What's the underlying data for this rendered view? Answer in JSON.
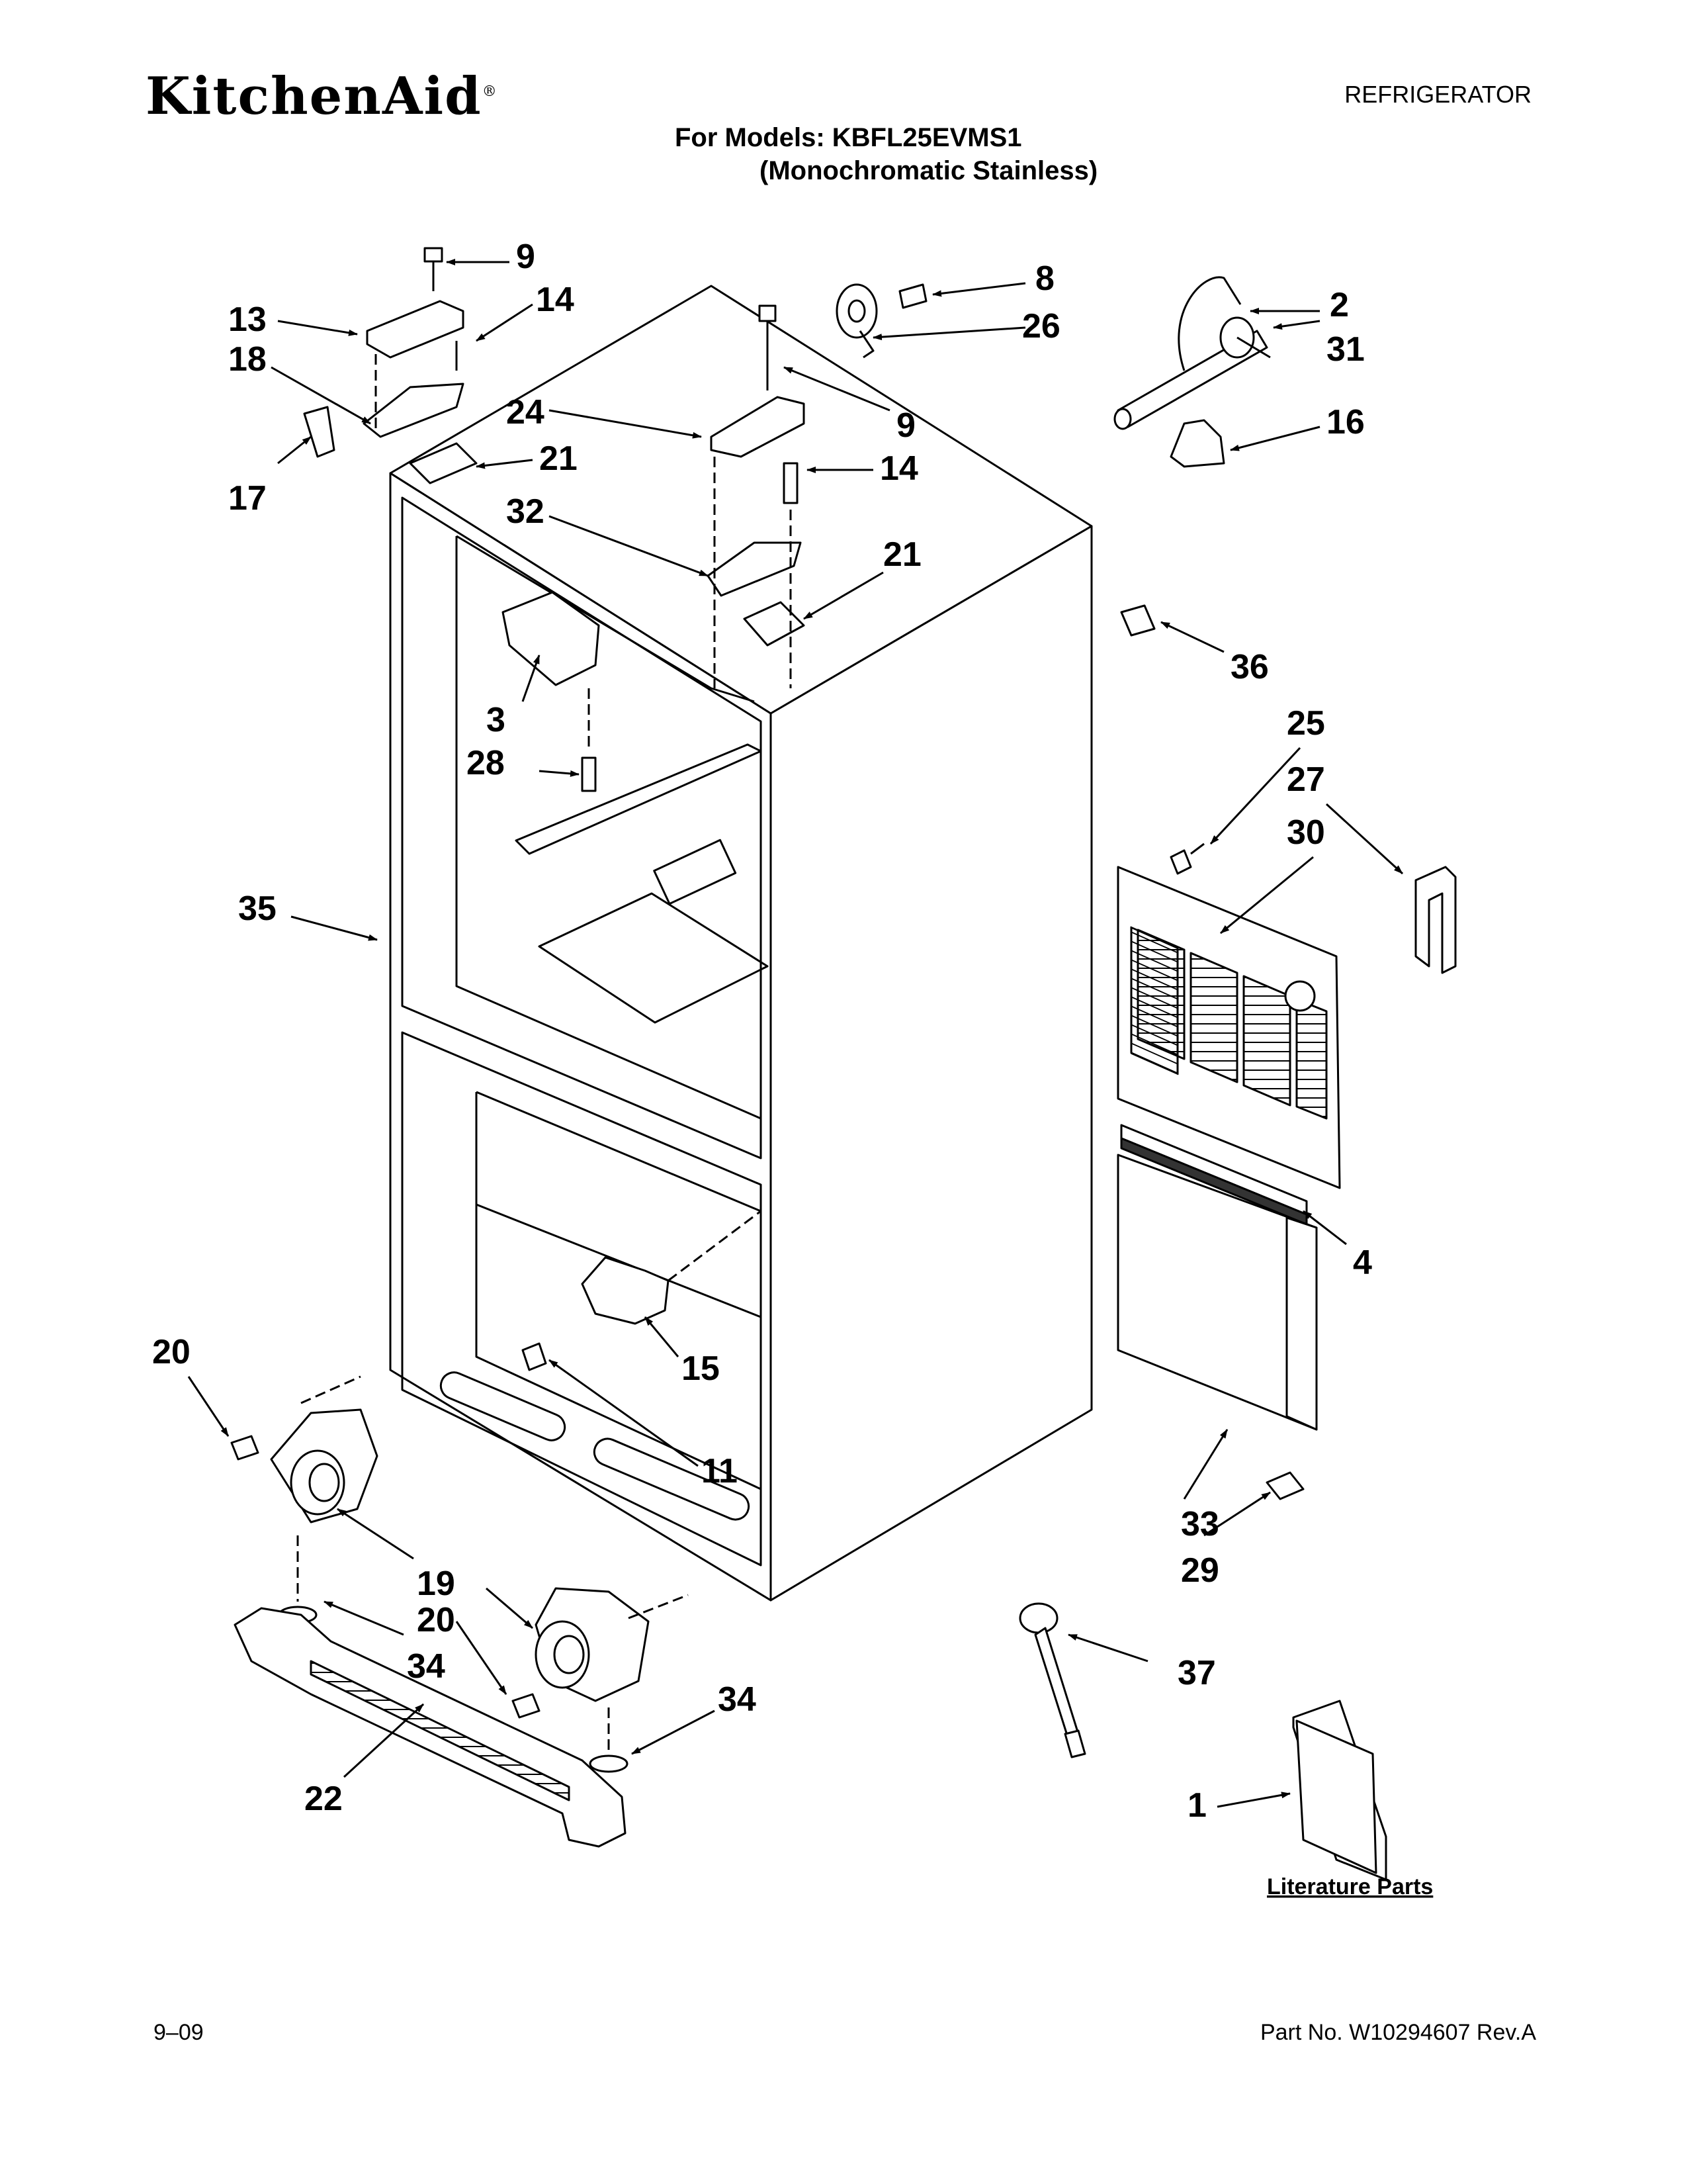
{
  "header": {
    "brand": "KitchenAid",
    "brand_mark": "®",
    "category": "REFRIGERATOR",
    "models_line": "For Models: KBFL25EVMS1",
    "finish_line": "(Monochromatic Stainless)"
  },
  "literature_label": "Literature Parts",
  "footer": {
    "date": "9–09",
    "part_number": "Part No. W10294607 Rev.A"
  },
  "callouts": [
    {
      "id": "c9a",
      "label": "9"
    },
    {
      "id": "c13",
      "label": "13"
    },
    {
      "id": "c14a",
      "label": "14"
    },
    {
      "id": "c18",
      "label": "18"
    },
    {
      "id": "c17",
      "label": "17"
    },
    {
      "id": "c21a",
      "label": "21"
    },
    {
      "id": "c8",
      "label": "8"
    },
    {
      "id": "c26",
      "label": "26"
    },
    {
      "id": "c24",
      "label": "24"
    },
    {
      "id": "c9b",
      "label": "9"
    },
    {
      "id": "c14b",
      "label": "14"
    },
    {
      "id": "c32",
      "label": "32"
    },
    {
      "id": "c21b",
      "label": "21"
    },
    {
      "id": "c2",
      "label": "2"
    },
    {
      "id": "c31",
      "label": "31"
    },
    {
      "id": "c16",
      "label": "16"
    },
    {
      "id": "c36",
      "label": "36"
    },
    {
      "id": "c25",
      "label": "25"
    },
    {
      "id": "c27",
      "label": "27"
    },
    {
      "id": "c30",
      "label": "30"
    },
    {
      "id": "c3",
      "label": "3"
    },
    {
      "id": "c28",
      "label": "28"
    },
    {
      "id": "c35",
      "label": "35"
    },
    {
      "id": "c4",
      "label": "4"
    },
    {
      "id": "c15",
      "label": "15"
    },
    {
      "id": "c11",
      "label": "11"
    },
    {
      "id": "c20a",
      "label": "20"
    },
    {
      "id": "c19",
      "label": "19"
    },
    {
      "id": "c20b",
      "label": "20"
    },
    {
      "id": "c34a",
      "label": "34"
    },
    {
      "id": "c34b",
      "label": "34"
    },
    {
      "id": "c22",
      "label": "22"
    },
    {
      "id": "c33",
      "label": "33"
    },
    {
      "id": "c29",
      "label": "29"
    },
    {
      "id": "c37",
      "label": "37"
    },
    {
      "id": "c1",
      "label": "1"
    }
  ]
}
